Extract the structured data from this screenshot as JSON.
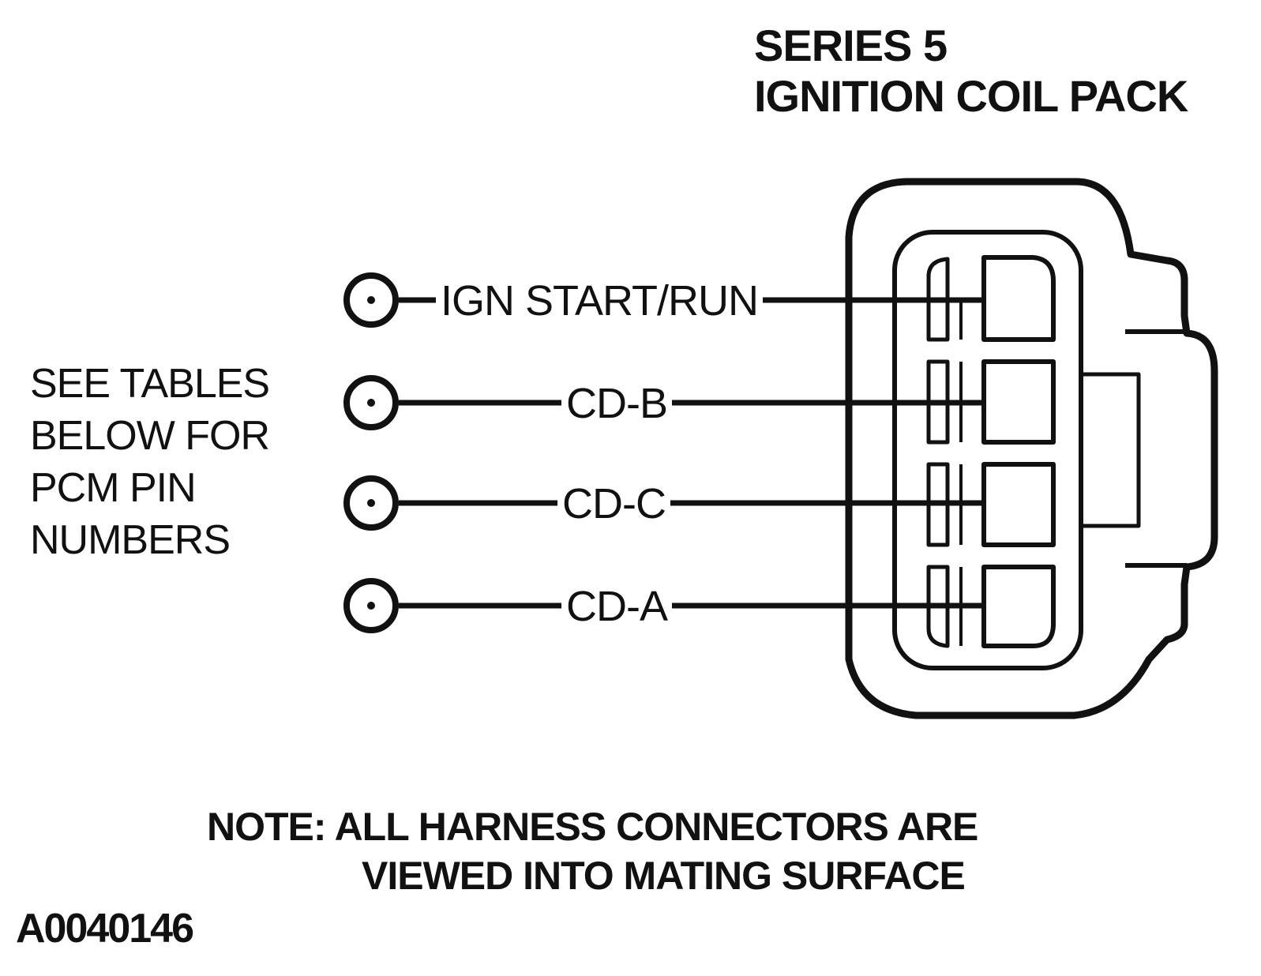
{
  "title": {
    "line1": "SERIES 5",
    "line2": "IGNITION COIL PACK"
  },
  "side_note": {
    "lines": [
      "SEE TABLES",
      "BELOW FOR",
      "PCM PIN",
      "NUMBERS"
    ]
  },
  "circuits": [
    {
      "label": "IGN START/RUN"
    },
    {
      "label": "CD-B"
    },
    {
      "label": "CD-C"
    },
    {
      "label": "CD-A"
    }
  ],
  "note": {
    "line1": "NOTE: ALL HARNESS CONNECTORS ARE",
    "line2": "VIEWED INTO MATING SURFACE"
  },
  "figure_id": "A0040146",
  "colors": {
    "ink": "#111111",
    "background": "#ffffff"
  }
}
